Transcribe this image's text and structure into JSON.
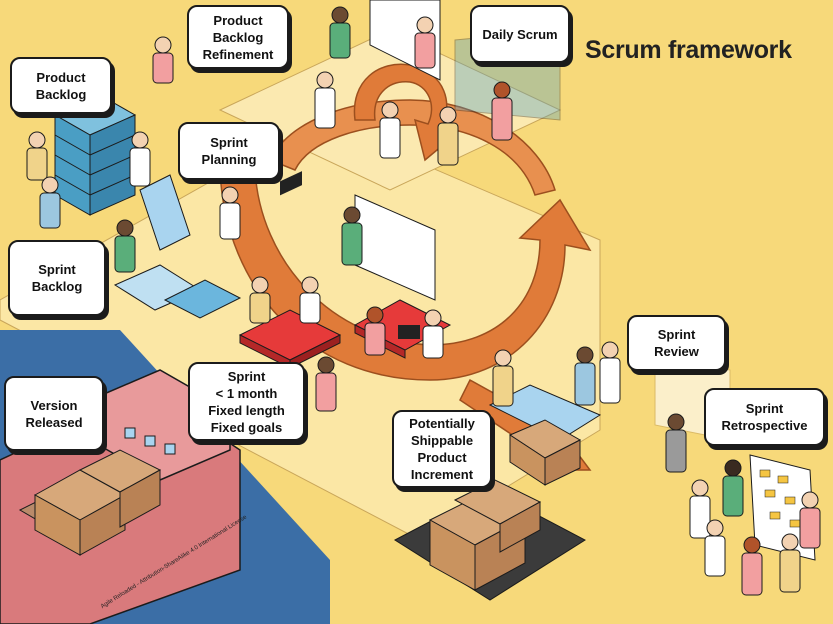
{
  "title": "Scrum framework",
  "bubbles": {
    "product_backlog": "Product\nBacklog",
    "backlog_refinement": "Product\nBacklog\nRefinement",
    "daily_scrum": "Daily Scrum",
    "sprint_planning": "Sprint\nPlanning",
    "sprint_backlog": "Sprint\nBacklog",
    "sprint_cycle": "Sprint\n< 1 month\nFixed length\nFixed goals",
    "version_released": "Version\nReleased",
    "shippable_increment": "Potentially\nShippable\nProduct\nIncrement",
    "sprint_review": "Sprint\nReview",
    "sprint_retrospective": "Sprint\nRetrospective"
  },
  "credit": "Agile Reloaded - Attribution-ShareAlike 4.0 International License",
  "colors": {
    "background": "#f7d97a",
    "floor": "#fbe7a5",
    "arrow": "#e07b39",
    "water": "#3b6ea6",
    "ship": "#d97a7c",
    "box": "#c9935f",
    "backlog_stack": "#4a9ec4"
  }
}
